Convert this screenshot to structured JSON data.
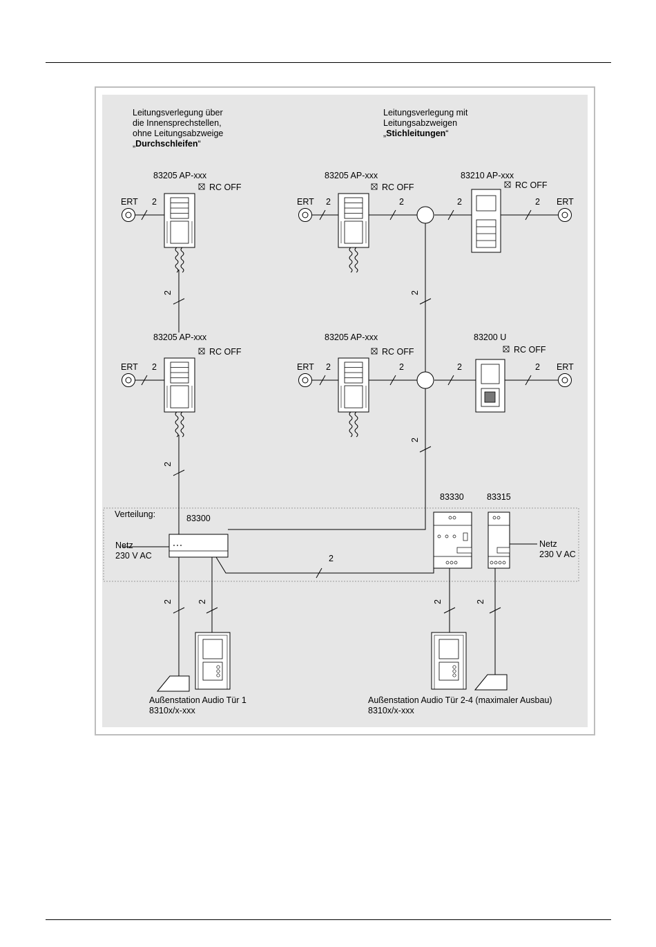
{
  "left_header": {
    "line1": "Leitungsverlegung über",
    "line2": "die Innensprechstellen,",
    "line3": "ohne Leitungsabzweige",
    "quote_open": "„",
    "bold": "Durchschleifen",
    "quote_close": "“"
  },
  "right_header": {
    "line1": "Leitungsverlegung mit",
    "line2": "Leitungsabzweigen",
    "quote_open": "„",
    "bold": "Stichleitungen",
    "quote_close": "“"
  },
  "devices": {
    "ap_83205": "83205 AP-xxx",
    "ap_83210": "83210 AP-xxx",
    "u_83200": "83200 U",
    "rc_off": "RC OFF",
    "ert": "ERT",
    "wire_count": "2",
    "dist_83300": "83300",
    "dist_83330": "83330",
    "dist_83315": "83315"
  },
  "distribution": {
    "label": "Verteilung:",
    "netz": "Netz",
    "voltage": "230 V AC"
  },
  "outdoor": {
    "left_title": "Außenstation Audio Tür 1",
    "left_code": "8310x/x-xxx",
    "right_title": "Außenstation Audio Tür 2-4 (maximaler Ausbau)",
    "right_code": "8310x/x-xxx"
  }
}
